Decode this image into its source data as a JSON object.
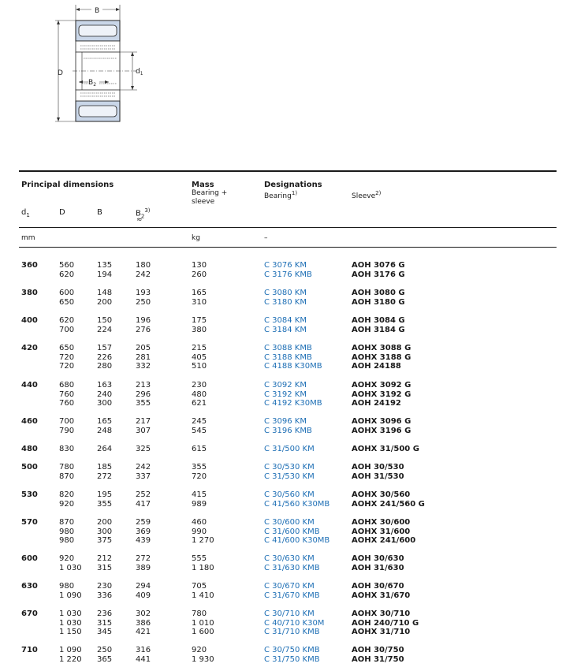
{
  "drawing": {
    "labels": {
      "B": "B",
      "D": "D",
      "d1": "d",
      "d1_sub": "1",
      "B2": "B",
      "B2_sub": "2"
    }
  },
  "header": {
    "principal_dimensions": "Principal dimensions",
    "mass_title": "Mass",
    "mass_sub1": "Bearing +",
    "mass_sub2": "sleeve",
    "designations_title": "Designations",
    "bearing_label": "Bearing",
    "bearing_note": "1)",
    "sleeve_label": "Sleeve",
    "sleeve_note": "2)",
    "col_d1": "d",
    "col_d1_sub": "1",
    "col_D": "D",
    "col_B": "B",
    "col_B2": "B",
    "col_B2_sub": "2",
    "col_B2_note": "3)",
    "col_B2_approx": "≈",
    "unit_mm": "mm",
    "unit_kg": "kg",
    "unit_dash": "–"
  },
  "groups": [
    {
      "d1": "360",
      "D": [
        "560",
        "620"
      ],
      "B": [
        "135",
        "194"
      ],
      "B2": [
        "180",
        "242"
      ],
      "mass": [
        "130",
        "260"
      ],
      "bearing": [
        "C 3076 KM",
        "C 3176 KMB"
      ],
      "sleeve": [
        "AOH 3076 G",
        "AOH 3176 G"
      ]
    },
    {
      "d1": "380",
      "D": [
        "600",
        "650"
      ],
      "B": [
        "148",
        "200"
      ],
      "B2": [
        "193",
        "250"
      ],
      "mass": [
        "165",
        "310"
      ],
      "bearing": [
        "C 3080 KM",
        "C 3180 KM"
      ],
      "sleeve": [
        "AOH 3080 G",
        "AOH 3180 G"
      ]
    },
    {
      "d1": "400",
      "D": [
        "620",
        "700"
      ],
      "B": [
        "150",
        "224"
      ],
      "B2": [
        "196",
        "276"
      ],
      "mass": [
        "175",
        "380"
      ],
      "bearing": [
        "C 3084 KM",
        "C 3184 KM"
      ],
      "sleeve": [
        "AOH 3084 G",
        "AOH 3184 G"
      ]
    },
    {
      "d1": "420",
      "D": [
        "650",
        "720",
        "720"
      ],
      "B": [
        "157",
        "226",
        "280"
      ],
      "B2": [
        "205",
        "281",
        "332"
      ],
      "mass": [
        "215",
        "405",
        "510"
      ],
      "bearing": [
        "C 3088 KMB",
        "C 3188 KMB",
        "C 4188 K30MB"
      ],
      "sleeve": [
        "AOHX 3088 G",
        "AOHX 3188 G",
        "AOH 24188"
      ]
    },
    {
      "d1": "440",
      "D": [
        "680",
        "760",
        "760"
      ],
      "B": [
        "163",
        "240",
        "300"
      ],
      "B2": [
        "213",
        "296",
        "355"
      ],
      "mass": [
        "230",
        "480",
        "621"
      ],
      "bearing": [
        "C 3092 KM",
        "C 3192 KM",
        "C 4192 K30MB"
      ],
      "sleeve": [
        "AOHX 3092 G",
        "AOHX 3192 G",
        "AOH 24192"
      ]
    },
    {
      "d1": "460",
      "D": [
        "700",
        "790"
      ],
      "B": [
        "165",
        "248"
      ],
      "B2": [
        "217",
        "307"
      ],
      "mass": [
        "245",
        "545"
      ],
      "bearing": [
        "C 3096 KM",
        "C 3196 KMB"
      ],
      "sleeve": [
        "AOHX 3096 G",
        "AOHX 3196 G"
      ]
    },
    {
      "d1": "480",
      "D": [
        "830"
      ],
      "B": [
        "264"
      ],
      "B2": [
        "325"
      ],
      "mass": [
        "615"
      ],
      "bearing": [
        "C 31/500 KM"
      ],
      "sleeve": [
        "AOHX 31/500 G"
      ]
    },
    {
      "d1": "500",
      "D": [
        "780",
        "870"
      ],
      "B": [
        "185",
        "272"
      ],
      "B2": [
        "242",
        "337"
      ],
      "mass": [
        "355",
        "720"
      ],
      "bearing": [
        "C 30/530 KM",
        "C 31/530 KM"
      ],
      "sleeve": [
        "AOH 30/530",
        "AOH 31/530"
      ]
    },
    {
      "d1": "530",
      "D": [
        "820",
        "920"
      ],
      "B": [
        "195",
        "355"
      ],
      "B2": [
        "252",
        "417"
      ],
      "mass": [
        "415",
        "989"
      ],
      "bearing": [
        "C 30/560 KM",
        "C 41/560 K30MB"
      ],
      "sleeve": [
        "AOHX 30/560",
        "AOHX 241/560 G"
      ]
    },
    {
      "d1": "570",
      "D": [
        "870",
        "980",
        "980"
      ],
      "B": [
        "200",
        "300",
        "375"
      ],
      "B2": [
        "259",
        "369",
        "439"
      ],
      "mass": [
        "460",
        "990",
        "1 270"
      ],
      "bearing": [
        "C 30/600 KM",
        "C 31/600 KMB",
        "C 41/600 K30MB"
      ],
      "sleeve": [
        "AOHX 30/600",
        "AOHX 31/600",
        "AOHX 241/600"
      ]
    },
    {
      "d1": "600",
      "D": [
        "920",
        "1 030"
      ],
      "B": [
        "212",
        "315"
      ],
      "B2": [
        "272",
        "389"
      ],
      "mass": [
        "555",
        "1 180"
      ],
      "bearing": [
        "C 30/630 KM",
        "C 31/630 KMB"
      ],
      "sleeve": [
        "AOH 30/630",
        "AOH 31/630"
      ]
    },
    {
      "d1": "630",
      "D": [
        "980",
        "1 090"
      ],
      "B": [
        "230",
        "336"
      ],
      "B2": [
        "294",
        "409"
      ],
      "mass": [
        "705",
        "1 410"
      ],
      "bearing": [
        "C 30/670 KM",
        "C 31/670 KMB"
      ],
      "sleeve": [
        "AOH 30/670",
        "AOHX 31/670"
      ]
    },
    {
      "d1": "670",
      "D": [
        "1 030",
        "1 030",
        "1 150"
      ],
      "B": [
        "236",
        "315",
        "345"
      ],
      "B2": [
        "302",
        "386",
        "421"
      ],
      "mass": [
        "780",
        "1 010",
        "1 600"
      ],
      "bearing": [
        "C 30/710 KM",
        "C 40/710 K30M",
        "C 31/710 KMB"
      ],
      "sleeve": [
        "AOHX 30/710",
        "AOH 240/710 G",
        "AOHX 31/710"
      ]
    },
    {
      "d1": "710",
      "D": [
        "1 090",
        "1 220"
      ],
      "B": [
        "250",
        "365"
      ],
      "B2": [
        "316",
        "441"
      ],
      "mass": [
        "920",
        "1 930"
      ],
      "bearing": [
        "C 30/750 KMB",
        "C 31/750 KMB"
      ],
      "sleeve": [
        "AOH 30/750",
        "AOH 31/750"
      ]
    }
  ]
}
